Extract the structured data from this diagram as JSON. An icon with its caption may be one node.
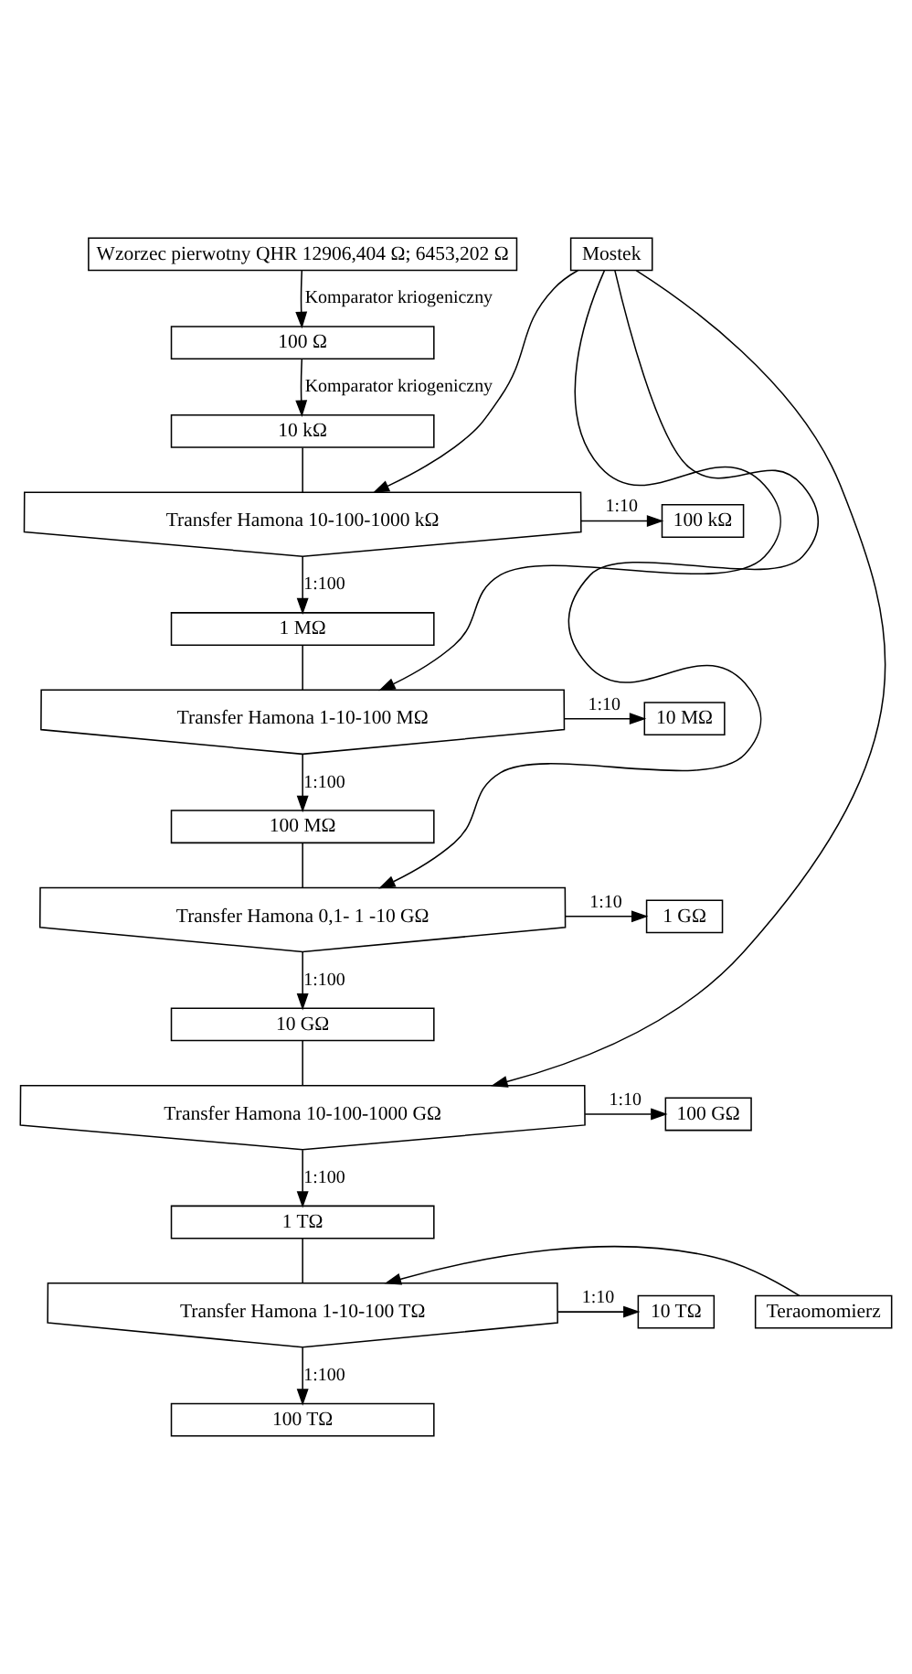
{
  "diagram": {
    "nodes": [
      {
        "text": [
          "Wzorzec pierwotny QHR 12906,404 Ω; 6453,202 Ω"
        ]
      },
      {
        "text": [
          "100 Ω"
        ]
      },
      {
        "text": [
          "10 kΩ"
        ]
      },
      {
        "text": [
          "Transfer Hamona 10-100-1000 kΩ"
        ]
      },
      {
        "text": [
          "100 kΩ"
        ]
      },
      {
        "text": [
          "1 MΩ"
        ]
      },
      {
        "text": [
          "Transfer Hamona 1-10-100 MΩ"
        ]
      },
      {
        "text": [
          "10 MΩ"
        ]
      },
      {
        "text": [
          "100 MΩ"
        ]
      },
      {
        "text": [
          "Transfer Hamona 0,1- 1 -10 GΩ"
        ]
      },
      {
        "text": [
          "1 GΩ"
        ]
      },
      {
        "text": [
          "10 GΩ"
        ]
      },
      {
        "text": [
          "Transfer Hamona 10-100-1000 GΩ"
        ]
      },
      {
        "text": [
          "100 GΩ"
        ]
      },
      {
        "text": [
          "1 TΩ"
        ]
      },
      {
        "text": [
          "Transfer Hamona 1-10-100 TΩ"
        ]
      },
      {
        "text": [
          "10 TΩ"
        ]
      },
      {
        "text": [
          "100 TΩ"
        ]
      },
      {
        "text": [
          "Mostek"
        ]
      },
      {
        "text": [
          "Teraomomierz"
        ]
      }
    ],
    "edges": [
      {
        "from": 0,
        "to": 1,
        "arrow": "to",
        "label": "Komparator kriogeniczny"
      },
      {
        "from": 1,
        "to": 2,
        "arrow": "to",
        "label": "Komparator kriogeniczny"
      },
      {
        "from": 2,
        "to": 3,
        "arrow": "none"
      },
      {
        "from": 3,
        "to": 4,
        "arrow": "to",
        "label": "1:10"
      },
      {
        "from": 3,
        "to": 5,
        "arrow": "to",
        "label": "1:100"
      },
      {
        "from": 5,
        "to": 6,
        "arrow": "none"
      },
      {
        "from": 6,
        "to": 7,
        "arrow": "to",
        "label": "1:10"
      },
      {
        "from": 6,
        "to": 8,
        "arrow": "to",
        "label": "1:100"
      },
      {
        "from": 8,
        "to": 9,
        "arrow": "none"
      },
      {
        "from": 9,
        "to": 10,
        "arrow": "to",
        "label": "1:10"
      },
      {
        "from": 9,
        "to": 11,
        "arrow": "to",
        "label": "1:100"
      },
      {
        "from": 11,
        "to": 12,
        "arrow": "none"
      },
      {
        "from": 12,
        "to": 13,
        "arrow": "to",
        "label": "1:10"
      },
      {
        "from": 12,
        "to": 14,
        "arrow": "to",
        "label": "1:100"
      },
      {
        "from": 14,
        "to": 15,
        "arrow": "none"
      },
      {
        "from": 15,
        "to": 16,
        "arrow": "to",
        "label": "1:10"
      },
      {
        "from": 15,
        "to": 17,
        "arrow": "to",
        "label": "1:100"
      },
      {
        "from": 18,
        "to": 3,
        "arrow": "to"
      },
      {
        "from": 18,
        "to": 6,
        "arrow": "to"
      },
      {
        "from": 18,
        "to": 9,
        "arrow": "to"
      },
      {
        "from": 18,
        "to": 12,
        "arrow": "to"
      },
      {
        "from": 19,
        "to": 15,
        "arrow": "to"
      }
    ]
  }
}
